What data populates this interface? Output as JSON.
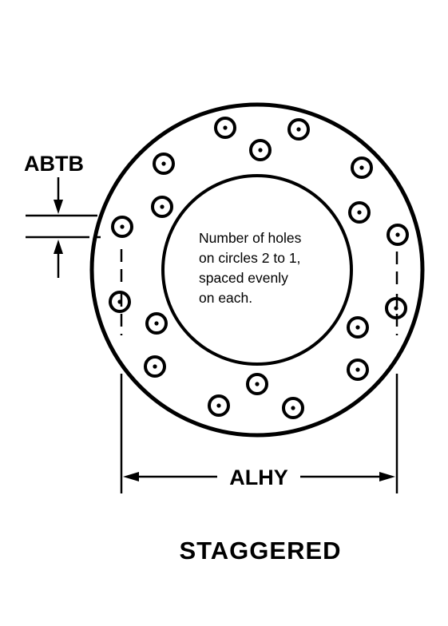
{
  "diagram": {
    "title": "STAGGERED",
    "labels": {
      "hole_spacing_dim": "ABTB",
      "bolt_circle_dim": "ALHY"
    },
    "note_lines": [
      "Number of holes",
      "on circles 2 to 1,",
      "spaced evenly",
      "on each."
    ],
    "colors": {
      "stroke": "#000000",
      "background": "#ffffff"
    }
  }
}
